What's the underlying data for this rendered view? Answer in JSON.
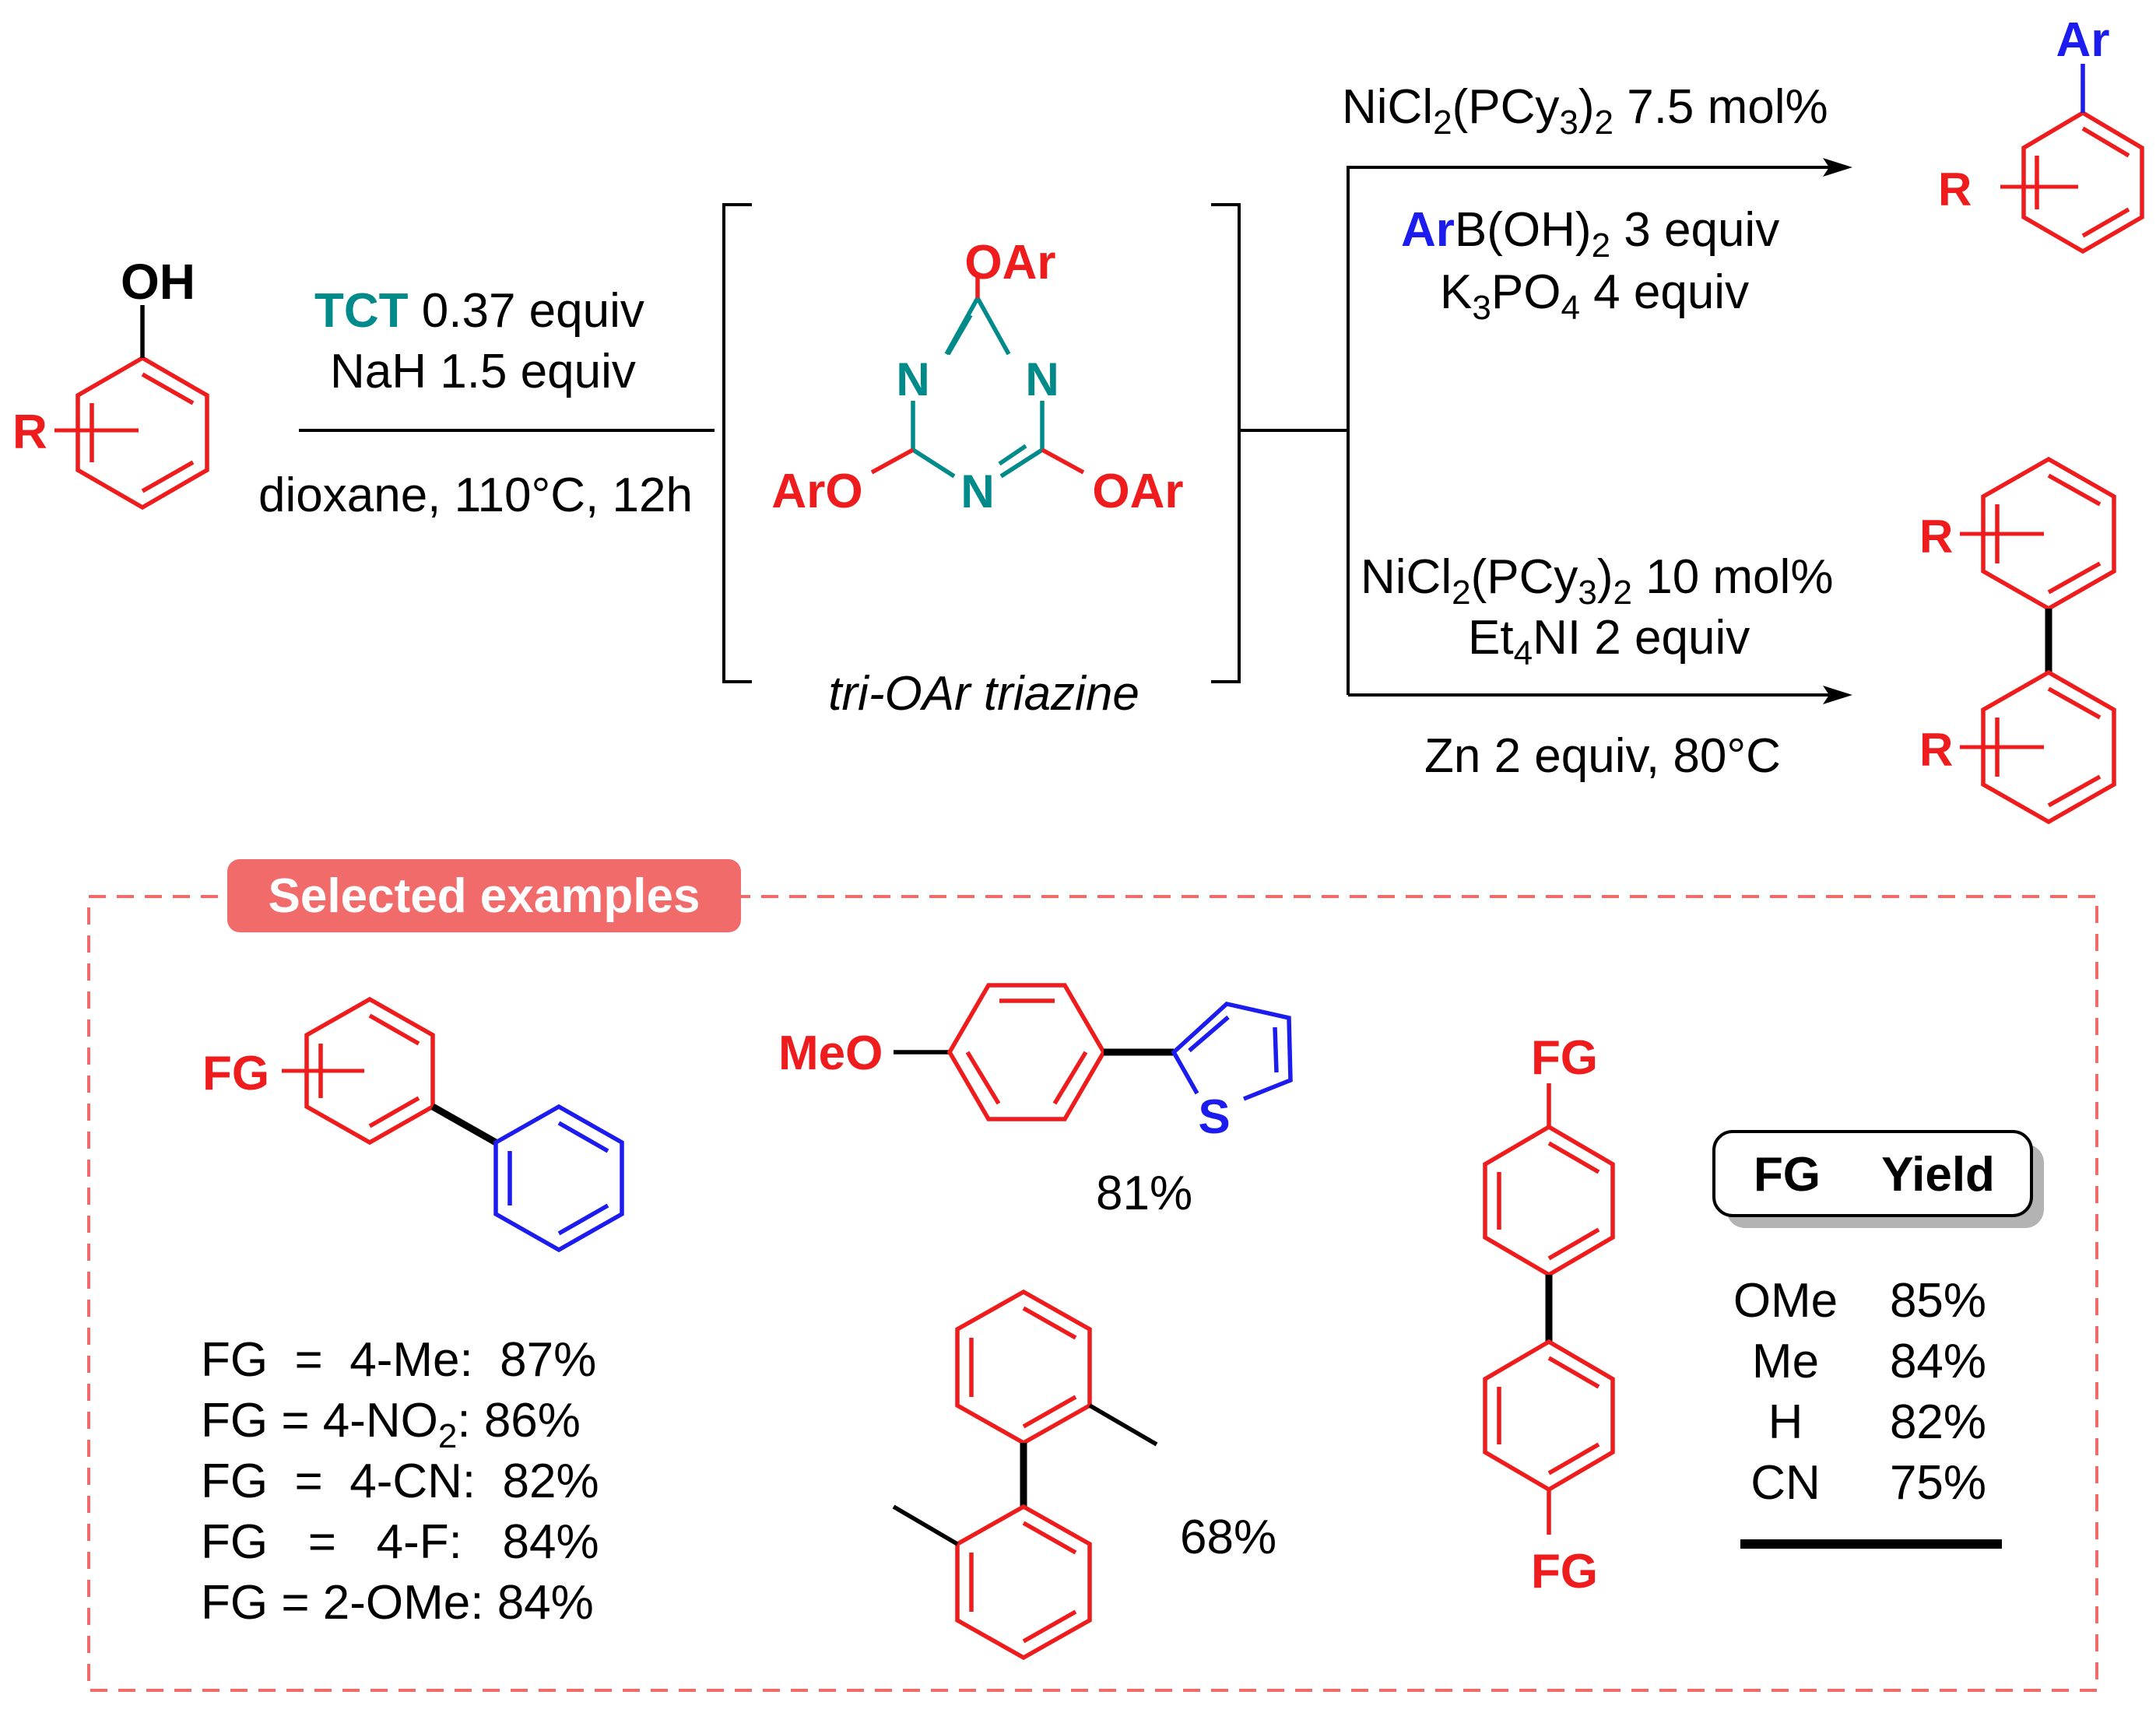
{
  "colors": {
    "red": "#ee1c1c",
    "blue": "#1c1cee",
    "teal": "#008a8a",
    "black": "#000000",
    "badge": "#f26b6b",
    "frame": "#f26b6b"
  },
  "starting_material": {
    "oh": "OH",
    "r": "R"
  },
  "step1": {
    "tct": "TCT",
    "tct_amount": " 0.37 equiv",
    "nah": "NaH 1.5 equiv",
    "conditions": "dioxane, 110°C, 12h"
  },
  "intermediate": {
    "oar_top": "OAr",
    "n_left": "N",
    "n_right": "N",
    "n_bottom": "N",
    "aro_left": "ArO",
    "oar_right": "OAr",
    "caption": "tri-OAr triazine"
  },
  "upper_route": {
    "cat": "NiCl",
    "cat_sub1": "2",
    "cat_mid": "(PCy",
    "cat_sub2": "3",
    "cat_close": ")",
    "cat_sub3": "2",
    "cat_amount": " 7.5 mol%",
    "boronic_ar": "Ar",
    "boronic_rest": "B(OH)",
    "boronic_sub": "2",
    "boronic_amount": " 3 equiv",
    "base_k": "K",
    "base_sub1": "3",
    "base_po": "PO",
    "base_sub2": "4",
    "base_amount": " 4 equiv",
    "product_ar": "Ar",
    "product_r": "R"
  },
  "lower_route": {
    "cat": "NiCl",
    "cat_sub1": "2",
    "cat_mid": "(PCy",
    "cat_sub2": "3",
    "cat_close": ")",
    "cat_sub3": "2",
    "cat_amount": " 10 mol%",
    "additive_et": "Et",
    "additive_sub": "4",
    "additive_rest": "NI 2 equiv",
    "reductant": "Zn 2 equiv, 80°C",
    "product_r_top": "R",
    "product_r_bottom": "R"
  },
  "examples": {
    "badge": "Selected examples",
    "fg_label": "FG",
    "fg_list": [
      "FG  =  4-Me:  87%",
      "FG = 4-NO",
      "FG  =  4-CN:  82%",
      "FG   =   4-F:   84%",
      "FG = 2-OMe: 84%"
    ],
    "fg_list_no2_sub": "2",
    "fg_list_no2_tail": ": 86%",
    "thiophene_meo": "MeO",
    "thiophene_s": "S",
    "thiophene_yield": "81%",
    "ditolyl_yield": "68%",
    "symmetric_fg_top": "FG",
    "symmetric_fg_bottom": "FG",
    "table": {
      "headers": [
        "FG",
        "Yield"
      ],
      "rows": [
        {
          "fg": "OMe",
          "yield": "85%"
        },
        {
          "fg": "Me",
          "yield": "84%"
        },
        {
          "fg": "H",
          "yield": "82%"
        },
        {
          "fg": "CN",
          "yield": "75%"
        }
      ]
    }
  }
}
